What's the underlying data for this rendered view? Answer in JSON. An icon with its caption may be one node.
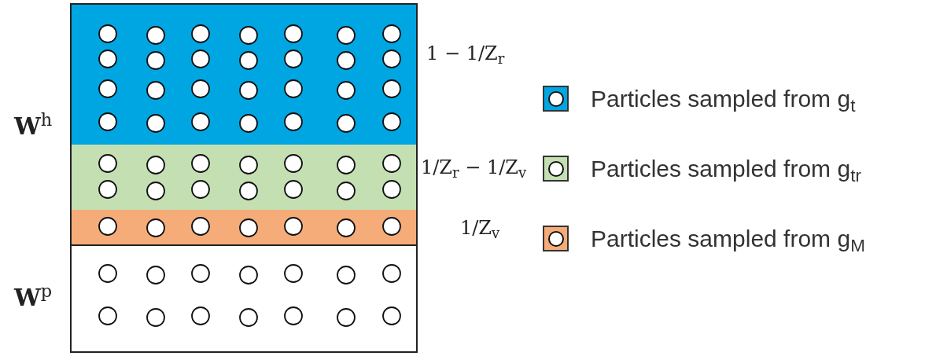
{
  "diagram": {
    "labels": [
      "1 − 1/Z$_{r}$",
      "**W**$^{h}$",
      "1/Z$_{r}$ − 1/Z$_{v}$",
      "1/Z$_{v}$",
      "**W**$^{p}$"
    ],
    "legend": [
      {
        "text": "Particles sampled from g$_{t}$",
        "color": "#00a6e2"
      },
      {
        "text": "Particles sampled from g$_{tr}$",
        "color": "#c4e0b3"
      },
      {
        "text": "Particles sampled from g$_{M}$",
        "color": "#f5ac78"
      }
    ]
  }
}
